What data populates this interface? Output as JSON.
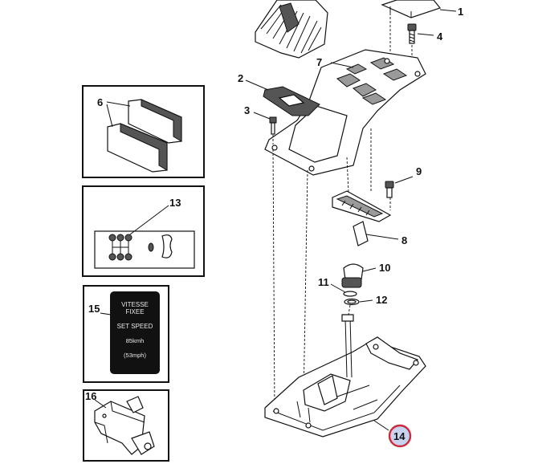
{
  "callouts": {
    "c1": "1",
    "c2": "2",
    "c3": "3",
    "c4": "4",
    "c5": "6",
    "c6": "7",
    "c7": "8",
    "c8": "9",
    "c9": "10",
    "c10": "11",
    "c11": "12",
    "c12": "13",
    "c13": "14",
    "c14": "15",
    "c15": "16"
  },
  "plate": {
    "line1": "VITESSE",
    "line2": "FIXEE",
    "line3": "SET SPEED",
    "line4": "85kmh",
    "line5": "(53mph)"
  },
  "colors": {
    "highlight_circle": "#cc2b3b",
    "highlight_fill": "#c9d3f0",
    "plate_bg": "#111111"
  }
}
